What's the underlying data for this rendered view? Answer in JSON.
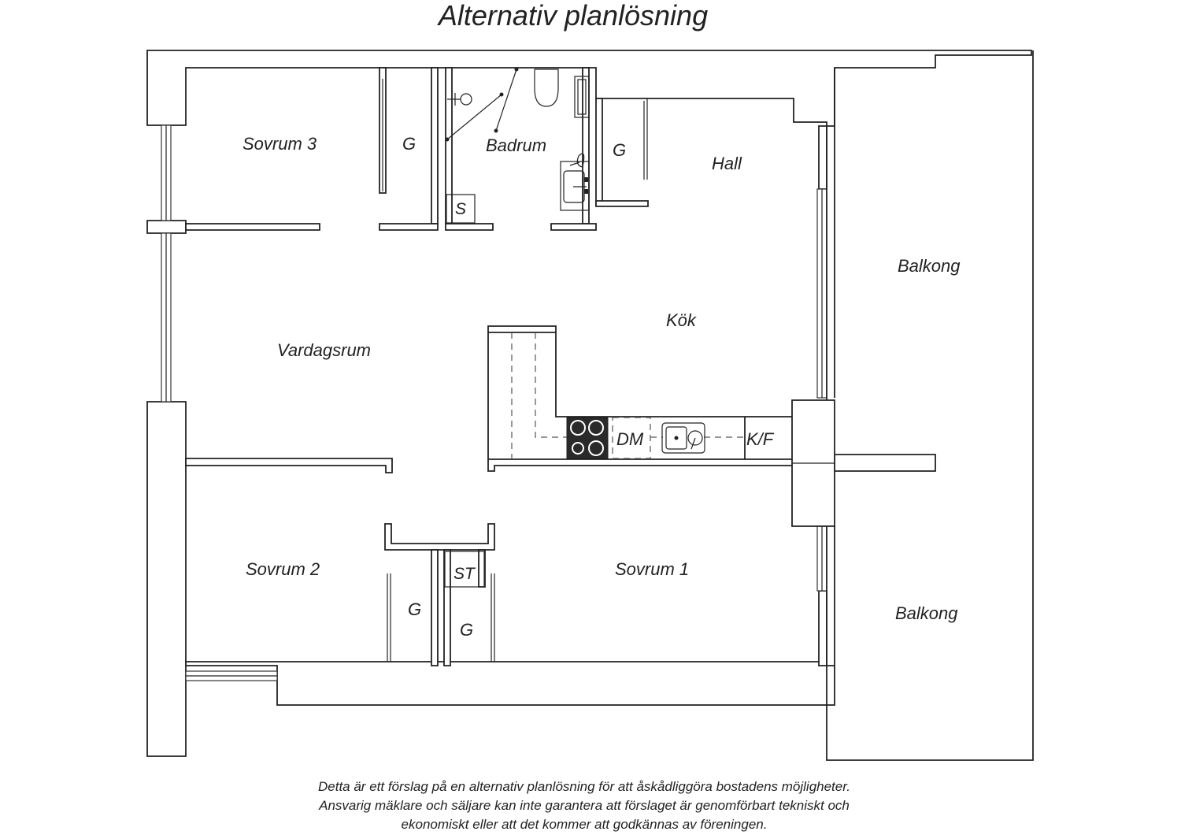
{
  "title": "Alternativ planlösning",
  "rooms": {
    "sovrum3": "Sovrum 3",
    "g_sovrum3": "G",
    "badrum": "Badrum",
    "s_badrum": "S",
    "g_hall": "G",
    "hall": "Hall",
    "balkong_upper": "Balkong",
    "kok": "Kök",
    "vardagsrum": "Vardagsrum",
    "dm": "DM",
    "kf": "K/F",
    "sovrum2": "Sovrum 2",
    "st": "ST",
    "sovrum1": "Sovrum 1",
    "g_sovrum2": "G",
    "g_st": "G",
    "balkong_lower": "Balkong"
  },
  "disclaimer": [
    "Detta är ett förslag på en alternativ planlösning för att åskådliggöra bostadens möjligheter.",
    "Ansvarig mäklare och säljare kan inte garantera att förslaget är genomförbart tekniskt och",
    "ekonomiskt eller att det kommer att godkännas av föreningen."
  ],
  "colors": {
    "ink": "#222222",
    "paper": "#ffffff",
    "stove": "#2a2a2a"
  }
}
